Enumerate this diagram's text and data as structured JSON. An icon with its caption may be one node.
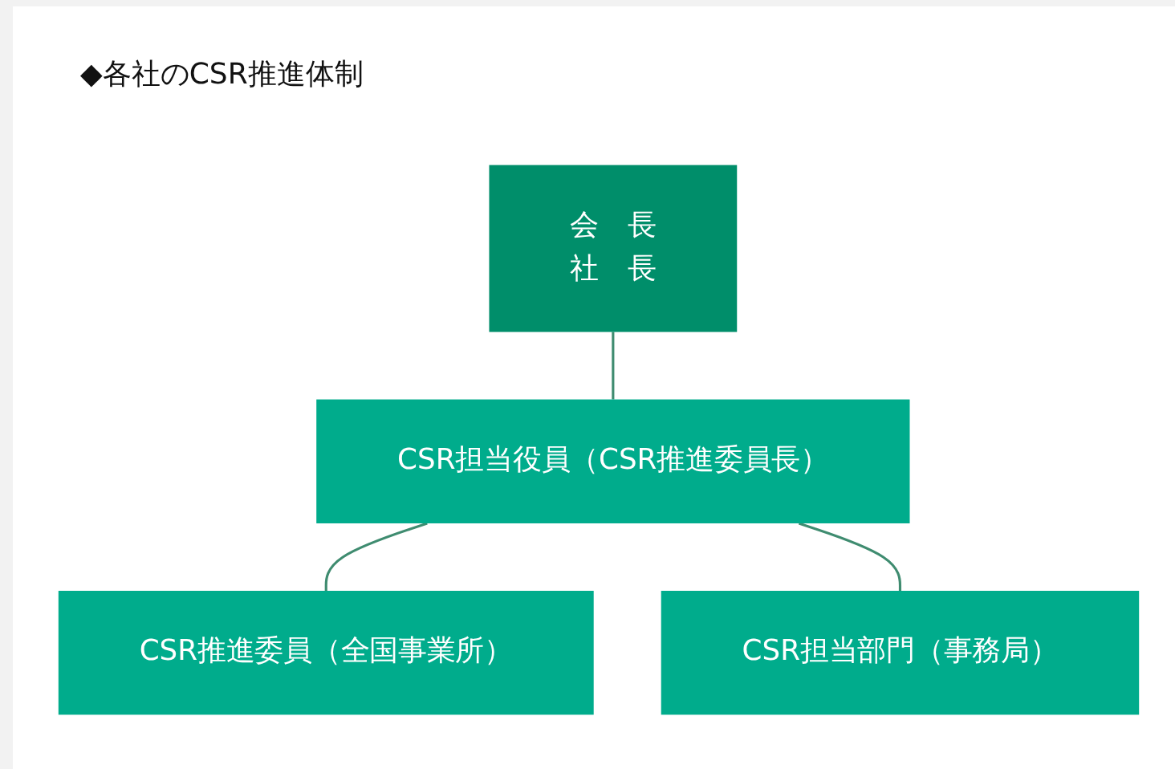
{
  "diagram": {
    "title": "◆各社のCSR推進体制",
    "nodes": [
      {
        "text": [
          "会　長",
          "社　長"
        ]
      },
      {
        "text": [
          "CSR担当役員（CSR推進委員長）"
        ]
      },
      {
        "text": [
          "CSR担当部門（事務局）"
        ]
      },
      {
        "text": [
          "CSR推進委員（全国事業所）"
        ]
      }
    ],
    "edges": [
      {
        "from": 0,
        "to": 1,
        "arrow": "none"
      },
      {
        "from": 1,
        "to": 3,
        "arrow": "none"
      },
      {
        "from": 1,
        "to": 2,
        "arrow": "none"
      }
    ]
  }
}
